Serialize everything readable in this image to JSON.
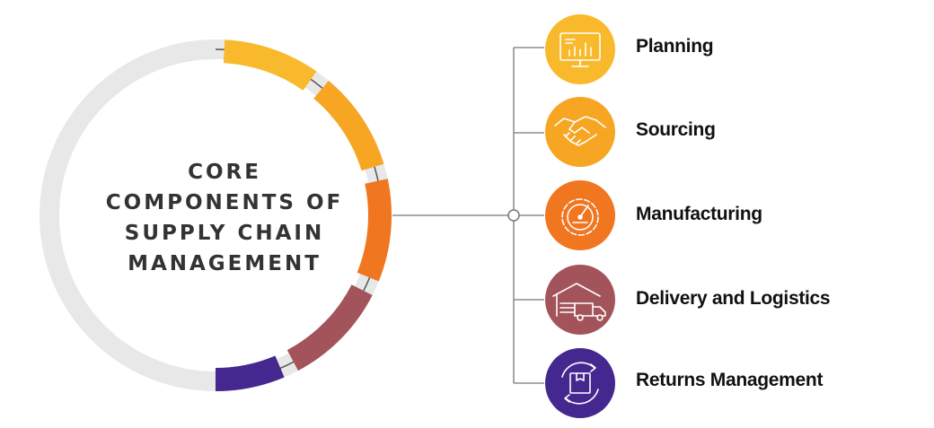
{
  "title": {
    "lines": [
      "CORE",
      "COMPONENTS OF",
      "SUPPLY CHAIN",
      "MANAGEMENT"
    ]
  },
  "components": [
    {
      "label": "Planning",
      "color": "#f9b92c",
      "icon": "monitor-chart-icon"
    },
    {
      "label": "Sourcing",
      "color": "#f7a623",
      "icon": "handshake-icon"
    },
    {
      "label": "Manufacturing",
      "color": "#f0761f",
      "icon": "gear-gauge-icon"
    },
    {
      "label": "Delivery and Logistics",
      "color": "#a3545b",
      "icon": "warehouse-truck-icon"
    },
    {
      "label": "Returns Management",
      "color": "#45288f",
      "icon": "box-return-icon"
    }
  ],
  "colors": {
    "ring_gray": "#e8e8e8",
    "connector": "#555555"
  }
}
